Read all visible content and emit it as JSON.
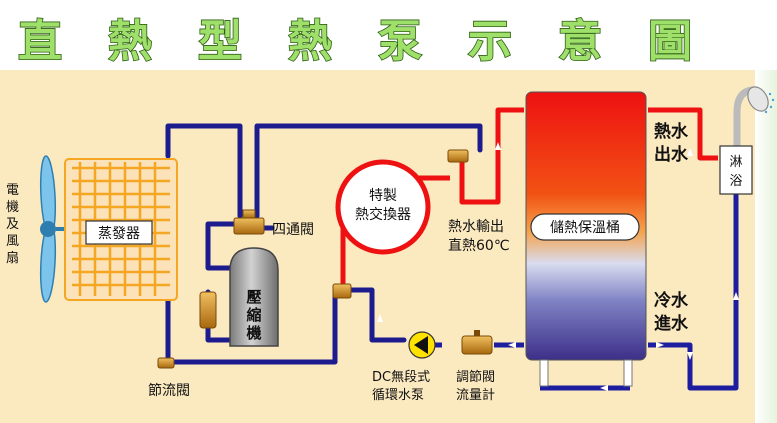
{
  "title": [
    "直",
    "熱",
    "型",
    "熱",
    "泵",
    "示",
    "意",
    "圖"
  ],
  "labels": {
    "fan": [
      "電",
      "機",
      "及",
      "風",
      "扇"
    ],
    "evaporator": "蒸發器",
    "four_way_valve": "四通閥",
    "compressor": [
      "壓",
      "縮",
      "機"
    ],
    "throttle_valve": "節流閥",
    "heat_exchanger": [
      "特製",
      "熱交換器"
    ],
    "hot_water_outlet": [
      "熱水輸出",
      "直熱60℃"
    ],
    "dc_pump": [
      "DC無段式",
      "循環水泵"
    ],
    "flow_meter": [
      "調節閥",
      "流量計"
    ],
    "tank": "儲熱保溫桶",
    "hot_out": [
      "熱水",
      "出水"
    ],
    "cold_in": [
      "冷水",
      "進水"
    ],
    "shower": [
      "淋",
      "浴"
    ]
  },
  "colors": {
    "background": "#fbe9c0",
    "refrigerant_pipe": "#1c1c8e",
    "hot_pipe": "#ee1111",
    "cold_pipe": "#1d1da0",
    "title_fill": "#9fe06a",
    "evaporator_coil": "#f5a623",
    "valve": "#c8881c",
    "compressor": "#9a9a9a"
  }
}
